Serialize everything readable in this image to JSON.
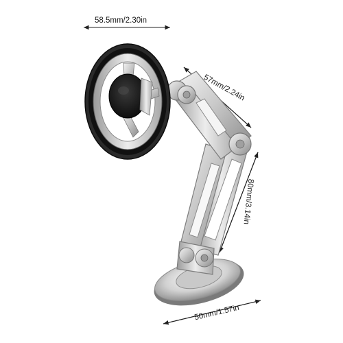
{
  "product": {
    "dimensions": {
      "magnet_diameter": "58.5mm/2.30in",
      "upper_arm_length": "57mm/2.24in",
      "lower_arm_length": "80mm/3.14in",
      "base_diameter": "50mm/1.57in"
    },
    "colors": {
      "background": "#ffffff",
      "magnet_ring": "#1c1c1c",
      "metal_light": "#e6e6e6",
      "metal_mid": "#b8b8b8",
      "metal_dark": "#7c7c7c",
      "dimension_line": "#222222"
    }
  }
}
